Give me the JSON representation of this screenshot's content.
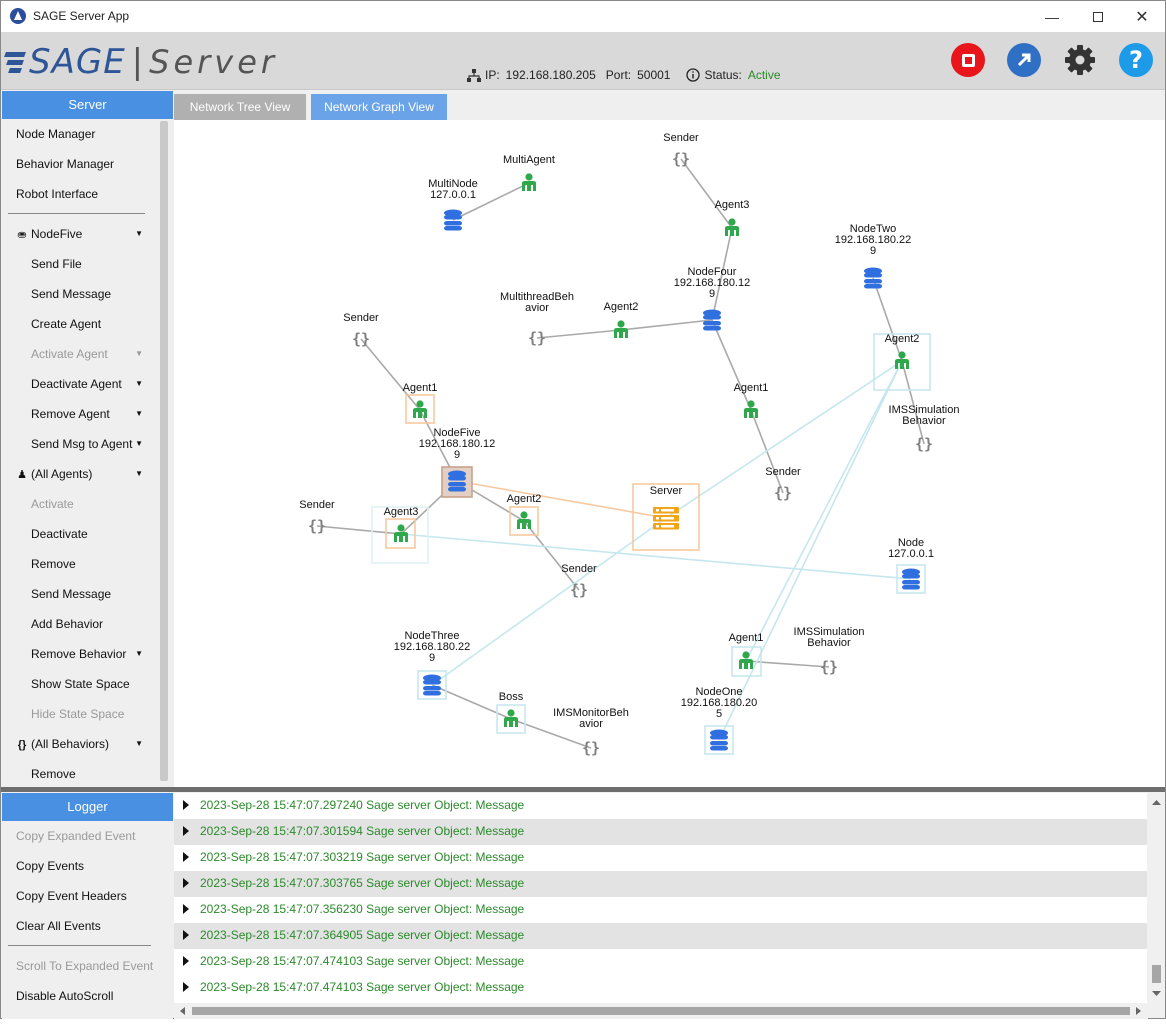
{
  "window": {
    "title": "SAGE Server App"
  },
  "header": {
    "logo_text": "SAGE",
    "logo_suffix": "Server",
    "ip_label": "IP:",
    "ip_value": "192.168.180.205",
    "port_label": "Port:",
    "port_value": "50001",
    "status_label": "Status:",
    "status_value": "Active",
    "buttons": [
      "stop-icon",
      "export-icon",
      "gear-icon",
      "help-icon"
    ]
  },
  "sidebar": {
    "title": "Server",
    "items": [
      {
        "label": "Node Manager"
      },
      {
        "label": "Behavior Manager"
      },
      {
        "label": "Robot Interface"
      },
      {
        "label": "NodeFive"
      },
      {
        "label": "Send File"
      },
      {
        "label": "Send Message"
      },
      {
        "label": "Create Agent"
      },
      {
        "label": "Activate Agent"
      },
      {
        "label": "Deactivate Agent"
      },
      {
        "label": "Remove Agent"
      },
      {
        "label": "Send Msg to Agent"
      },
      {
        "label": "(All Agents)"
      },
      {
        "label": "Activate"
      },
      {
        "label": "Deactivate"
      },
      {
        "label": "Remove"
      },
      {
        "label": "Send Message"
      },
      {
        "label": "Add Behavior"
      },
      {
        "label": "Remove Behavior"
      },
      {
        "label": "Show State Space"
      },
      {
        "label": "Hide State Space"
      },
      {
        "label": "(All Behaviors)"
      },
      {
        "label": "Remove"
      }
    ]
  },
  "tabs": [
    {
      "label": "Network Tree View",
      "active": false
    },
    {
      "label": "Network Graph View",
      "active": true
    }
  ],
  "graph": {
    "nodes": [
      {
        "id": "multinode",
        "type": "node",
        "label": [
          "MultiNode",
          "127.0.0.1"
        ]
      },
      {
        "id": "multiagent",
        "type": "agent",
        "label": [
          "MultiAgent"
        ]
      },
      {
        "id": "sender_top",
        "type": "behavior",
        "label": [
          "Sender"
        ]
      },
      {
        "id": "agent3_top",
        "type": "agent",
        "label": [
          "Agent3"
        ]
      },
      {
        "id": "nodetwo",
        "type": "node",
        "label": [
          "NodeTwo",
          "192.168.180.22",
          "9"
        ]
      },
      {
        "id": "nodefour",
        "type": "node",
        "label": [
          "NodeFour",
          "192.168.180.12",
          "9"
        ]
      },
      {
        "id": "mt_behavior",
        "type": "behavior",
        "label": [
          "MultithreadBeh",
          "avior"
        ]
      },
      {
        "id": "agent2_mid",
        "type": "agent",
        "label": [
          "Agent2"
        ]
      },
      {
        "id": "agent2_right",
        "type": "agent",
        "label": [
          "Agent2"
        ]
      },
      {
        "id": "sender_left",
        "type": "behavior",
        "label": [
          "Sender"
        ]
      },
      {
        "id": "agent1_left",
        "type": "agent",
        "label": [
          "Agent1"
        ]
      },
      {
        "id": "agent1_mid",
        "type": "agent",
        "label": [
          "Agent1"
        ]
      },
      {
        "id": "ims_sim_right",
        "type": "behavior",
        "label": [
          "IMSSimulation",
          "Behavior"
        ]
      },
      {
        "id": "nodefive",
        "type": "node",
        "label": [
          "NodeFive",
          "192.168.180.12",
          "9"
        ]
      },
      {
        "id": "sender_mid",
        "type": "behavior",
        "label": [
          "Sender"
        ]
      },
      {
        "id": "server",
        "type": "server",
        "label": [
          "Server"
        ]
      },
      {
        "id": "sender_far_left",
        "type": "behavior",
        "label": [
          "Sender"
        ]
      },
      {
        "id": "agent3_left",
        "type": "agent",
        "label": [
          "Agent3"
        ]
      },
      {
        "id": "agent2_nf",
        "type": "agent",
        "label": [
          "Agent2"
        ]
      },
      {
        "id": "node_local",
        "type": "node",
        "label": [
          "Node",
          "127.0.0.1"
        ]
      },
      {
        "id": "sender_bottom",
        "type": "behavior",
        "label": [
          "Sender"
        ]
      },
      {
        "id": "nodethree",
        "type": "node",
        "label": [
          "NodeThree",
          "192.168.180.22",
          "9"
        ]
      },
      {
        "id": "agent1_bottom",
        "type": "agent",
        "label": [
          "Agent1"
        ]
      },
      {
        "id": "ims_sim_bottom",
        "type": "behavior",
        "label": [
          "IMSSimulation",
          "Behavior"
        ]
      },
      {
        "id": "nodeone",
        "type": "node",
        "label": [
          "NodeOne",
          "192.168.180.20",
          "5"
        ]
      },
      {
        "id": "boss",
        "type": "agent",
        "label": [
          "Boss"
        ]
      },
      {
        "id": "ims_monitor",
        "type": "behavior",
        "label": [
          "IMSMonitorBeh",
          "avior"
        ]
      }
    ],
    "edges": [
      [
        "multinode",
        "multiagent",
        "gray"
      ],
      [
        "sender_top",
        "agent3_top",
        "gray"
      ],
      [
        "agent3_top",
        "nodefour",
        "gray"
      ],
      [
        "nodetwo",
        "agent2_right",
        "gray"
      ],
      [
        "agent2_right",
        "ims_sim_right",
        "gray"
      ],
      [
        "mt_behavior",
        "agent2_mid",
        "gray"
      ],
      [
        "agent2_mid",
        "nodefour",
        "gray"
      ],
      [
        "nodefour",
        "agent1_mid",
        "gray"
      ],
      [
        "agent1_mid",
        "sender_mid",
        "gray"
      ],
      [
        "sender_left",
        "agent1_left",
        "gray"
      ],
      [
        "agent1_left",
        "nodefive",
        "gray"
      ],
      [
        "nodefive",
        "agent3_left",
        "gray"
      ],
      [
        "nodefive",
        "agent2_nf",
        "gray"
      ],
      [
        "sender_far_left",
        "agent3_left",
        "gray"
      ],
      [
        "agent2_nf",
        "sender_bottom",
        "gray"
      ],
      [
        "nodethree",
        "boss",
        "gray"
      ],
      [
        "boss",
        "ims_monitor",
        "gray"
      ],
      [
        "agent1_bottom",
        "ims_sim_bottom",
        "gray"
      ],
      [
        "nodefive",
        "server",
        "orange"
      ],
      [
        "server",
        "agent2_right",
        "lightblue"
      ],
      [
        "server",
        "nodethree",
        "lightblue"
      ],
      [
        "agent3_left",
        "node_local",
        "lightblue"
      ],
      [
        "agent2_right",
        "nodeone",
        "lightblue"
      ],
      [
        "agent2_right",
        "agent1_bottom",
        "lightblue"
      ]
    ]
  },
  "logger": {
    "title": "Logger",
    "items": [
      {
        "label": "Copy Expanded Event"
      },
      {
        "label": "Copy Events"
      },
      {
        "label": "Copy Event Headers"
      },
      {
        "label": "Clear All Events"
      },
      {
        "label": "Scroll To Expanded Event"
      },
      {
        "label": "Disable AutoScroll"
      }
    ],
    "rows": [
      "2023-Sep-28 15:47:07.297240 Sage server Object: Message",
      "2023-Sep-28 15:47:07.301594 Sage server Object: Message",
      "2023-Sep-28 15:47:07.303219 Sage server Object: Message",
      "2023-Sep-28 15:47:07.303765 Sage server Object: Message",
      "2023-Sep-28 15:47:07.356230 Sage server Object: Message",
      "2023-Sep-28 15:47:07.364905 Sage server Object: Message",
      "2023-Sep-28 15:47:07.474103 Sage server Object: Message",
      "2023-Sep-28 15:47:07.474103 Sage server Object: Message"
    ]
  },
  "colors": {
    "accent": "#4a90e2",
    "agent": "#2ea84a",
    "node": "#2f6fe0",
    "behavior": "#808080",
    "server": "#f2a51a",
    "log_text": "#2a8a2a",
    "stop": "#e8161b",
    "export": "#2f6fc4",
    "help": "#1e9be8"
  }
}
